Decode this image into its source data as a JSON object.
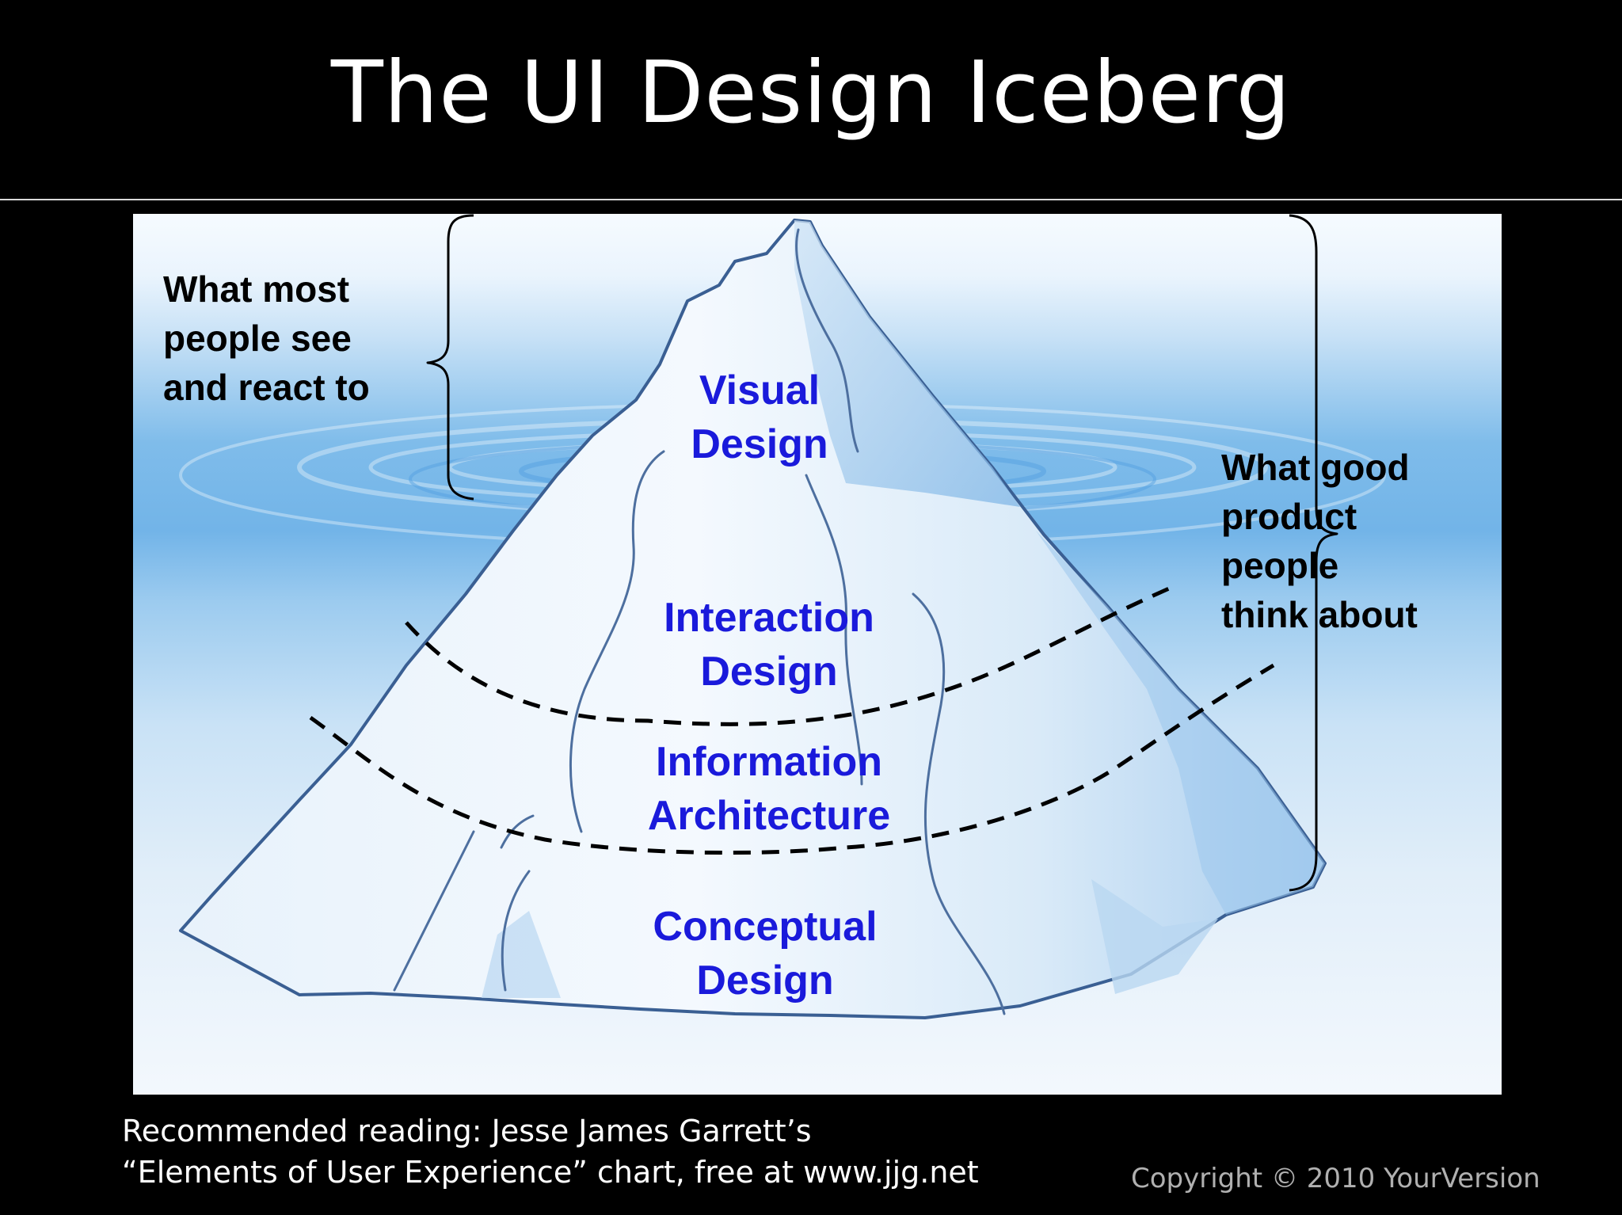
{
  "slide": {
    "title": "The UI Design Iceberg"
  },
  "diagram": {
    "layers": [
      {
        "line1": "Visual",
        "line2": "Design"
      },
      {
        "line1": "Interaction",
        "line2": "Design"
      },
      {
        "line1": "Information",
        "line2": "Architecture"
      },
      {
        "line1": "Conceptual",
        "line2": "Design"
      }
    ],
    "left_annotation": [
      "What most",
      "people see",
      "and react to"
    ],
    "right_annotation": [
      "What good",
      "product",
      "people",
      "think about"
    ],
    "colors": {
      "layer_text": "#1a1adb",
      "annotation_text": "#000000",
      "water": "#6fb2e6",
      "iceberg_outline": "#2d4f80"
    }
  },
  "footer": {
    "note_line1": "Recommended reading: Jesse James Garrett’s",
    "note_line2": "“Elements of User Experience” chart, free at www.jjg.net",
    "copyright": "Copyright © 2010 YourVersion"
  }
}
